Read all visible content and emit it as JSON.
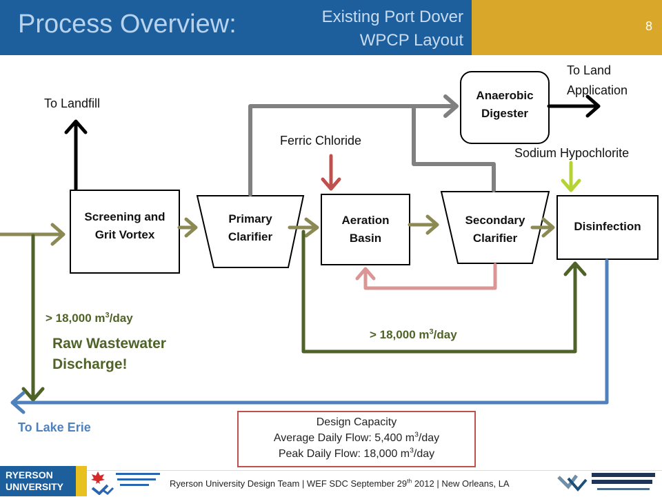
{
  "header": {
    "title": "Process Overview:",
    "subtitle_line1": "Existing Port Dover",
    "subtitle_line2": "WPCP Layout",
    "page_number": "8"
  },
  "processes": {
    "screening_line1": "Screening and",
    "screening_line2": "Grit Vortex",
    "primary_line1": "Primary",
    "primary_line2": "Clarifier",
    "aeration_line1": "Aeration",
    "aeration_line2": "Basin",
    "secondary_line1": "Secondary",
    "secondary_line2": "Clarifier",
    "disinfection": "Disinfection",
    "digester_line1": "Anaerobic",
    "digester_line2": "Digester"
  },
  "labels": {
    "to_landfill": "To Landfill",
    "to_land_line1": "To Land",
    "to_land_line2": "Application",
    "ferric_chloride": "Ferric Chloride",
    "sodium_hypochlorite": "Sodium Hypochlorite",
    "flow_left_prefix": "> 18,000 m",
    "flow_left_sup": "3",
    "flow_left_suffix": "/day",
    "raw_discharge_line1": "Raw Wastewater",
    "raw_discharge_line2": "Discharge!",
    "flow_mid_prefix": "> 18,000 m",
    "flow_mid_sup": "3",
    "flow_mid_suffix": "/day",
    "to_lake_erie": "To Lake Erie"
  },
  "design_capacity": {
    "title": "Design Capacity",
    "avg_prefix": "Average Daily Flow: 5,400 m",
    "avg_sup": "3",
    "avg_suffix": "/day",
    "peak_prefix": "Peak Daily Flow: 18,000 m",
    "peak_sup": "3",
    "peak_suffix": "/day"
  },
  "footer": {
    "ryerson_line1": "RYERSON",
    "ryerson_line2": "UNIVERSITY",
    "text_prefix": "Ryerson University Design Team | WEF SDC  September 29",
    "text_sup": "th",
    "text_suffix": " 2012  | New Orleans, LA",
    "weao_logo": "Water Environment Association of Ontario",
    "wef_logo": "Water Environment Federation"
  },
  "colors": {
    "header_blue": "#1d5e9c",
    "accent_gold": "#d9a82b",
    "influent_olive": "#8b8a55",
    "bypass_green": "#4f6228",
    "sludge_gray": "#808080",
    "ferric_red": "#c0504d",
    "hypochlorite_lime": "#b6d334",
    "ras_pink": "#d99694",
    "effluent_blue": "#4f81bd"
  }
}
